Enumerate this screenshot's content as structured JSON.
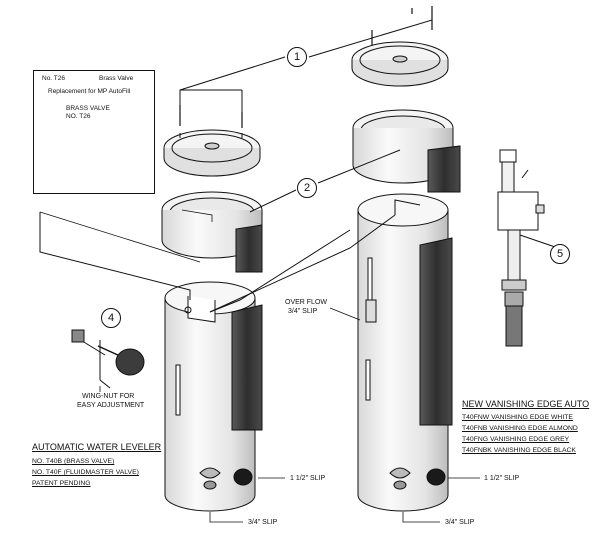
{
  "callouts": [
    "1",
    "2",
    "4",
    "5"
  ],
  "inset": {
    "part_no": "No. T26",
    "part_name": "Brass Valve",
    "replacement": "Replacement for MP AutoFill",
    "valve_label_1": "BRASS VALVE",
    "valve_label_2": "NO. T26"
  },
  "labels": {
    "overflow_1": "OVER FLOW",
    "overflow_2": "3/4\" SLIP",
    "wing_nut_1": "WING-NUT FOR",
    "wing_nut_2": "EASY ADJUSTMENT",
    "slip_left_top": "1 1/2\" SLIP",
    "slip_right_top": "1 1/2\" SLIP",
    "slip_left_bottom": "3/4\" SLIP",
    "slip_right_bottom": "3/4\" SLIP"
  },
  "left_product": {
    "title": "AUTOMATIC WATER LEVELER",
    "lines": [
      "NO. T40B (BRASS VALVE)",
      "NO. T40F (FLUIDMASTER VALVE)",
      "PATENT PENDING"
    ]
  },
  "right_product": {
    "title": "NEW VANISHING EDGE AUTO",
    "lines": [
      "T40FNW   VANISHING EDGE WHITE",
      "T40FNB   VANISHING EDGE ALMOND",
      "T40FNG   VANISHING EDGE GREY",
      "T40FNBK  VANISHING EDGE BLACK"
    ]
  },
  "colors": {
    "ink": "#111111",
    "dark_panel": "#3a3a3a",
    "shade": "#cfcfcf",
    "light": "#f2f2f2"
  }
}
